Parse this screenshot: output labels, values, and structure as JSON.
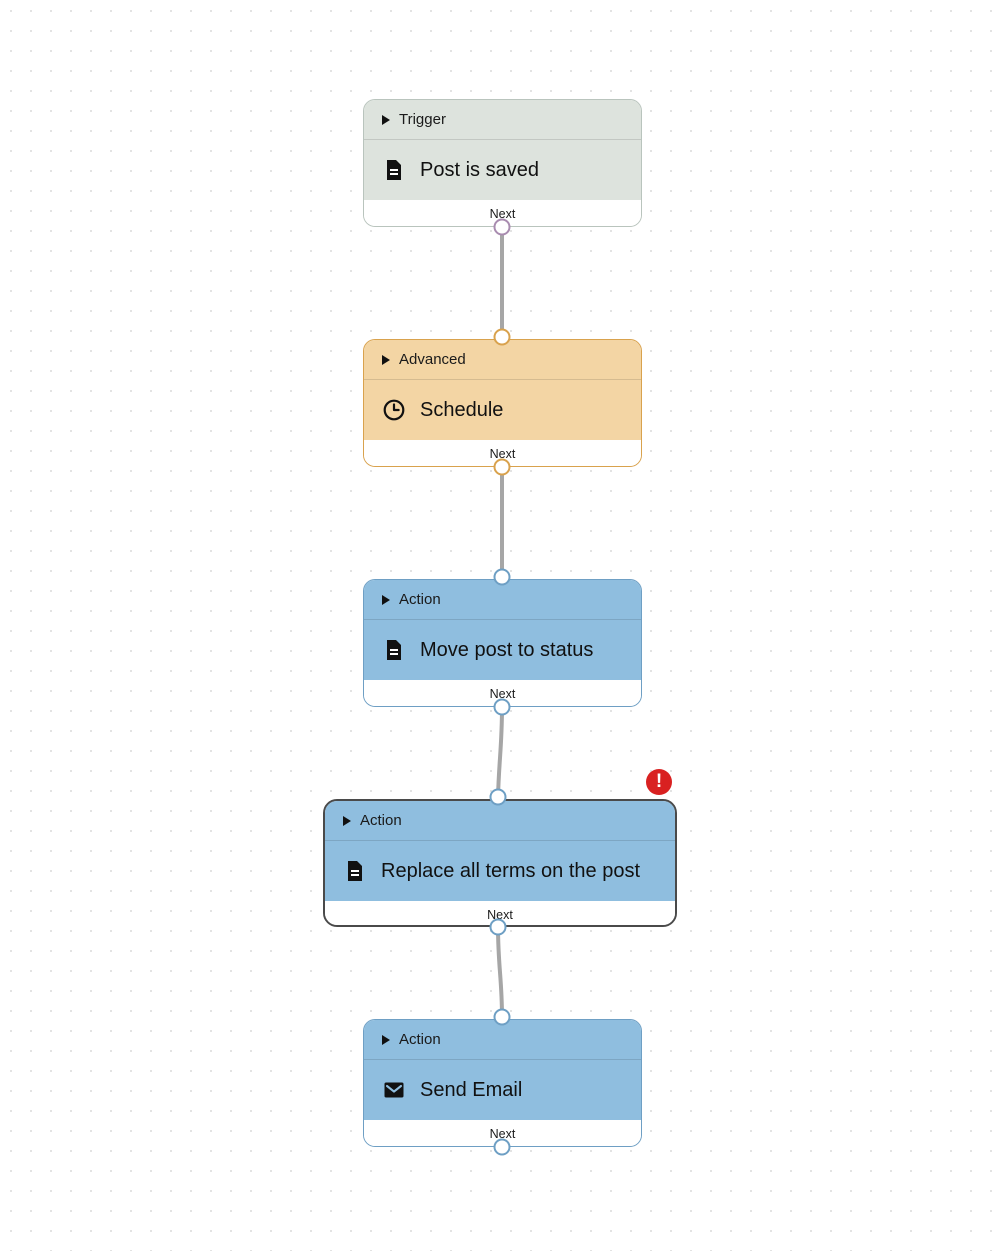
{
  "canvas": {
    "background_color": "#ffffff",
    "dot_color": "#e3e3e3",
    "grid_spacing": 20
  },
  "colors": {
    "trigger_fill": "#dde3dd",
    "trigger_border": "#b9c4bd",
    "trigger_port": "#a98cb0",
    "advanced_fill": "#f3d5a4",
    "advanced_border": "#d9a24d",
    "advanced_port": "#d9a24d",
    "action_fill": "#8fbedf",
    "action_border": "#6e9fc4",
    "action_port": "#6e9fc4",
    "selected_border": "#4a4a4a",
    "error_badge": "#d92121",
    "edge_line": "#a6a6a6"
  },
  "nodes": [
    {
      "id": "trigger-post-is-saved",
      "category": "Trigger",
      "title": "Post is saved",
      "icon": "document-icon",
      "next_label": "Next",
      "selected": false,
      "error": false
    },
    {
      "id": "advanced-schedule",
      "category": "Advanced",
      "title": "Schedule",
      "icon": "clock-icon",
      "next_label": "Next",
      "selected": false,
      "error": false
    },
    {
      "id": "action-move-post-to-status",
      "category": "Action",
      "title": "Move post to status",
      "icon": "document-icon",
      "next_label": "Next",
      "selected": false,
      "error": false
    },
    {
      "id": "action-replace-all-terms-on-the-post",
      "category": "Action",
      "title": "Replace all terms on the post",
      "icon": "document-icon",
      "next_label": "Next",
      "selected": true,
      "error": true
    },
    {
      "id": "action-send-email",
      "category": "Action",
      "title": "Send Email",
      "icon": "envelope-icon",
      "next_label": "Next",
      "selected": false,
      "error": false
    }
  ],
  "error_badge": {
    "symbol": "!",
    "title": "Error"
  }
}
